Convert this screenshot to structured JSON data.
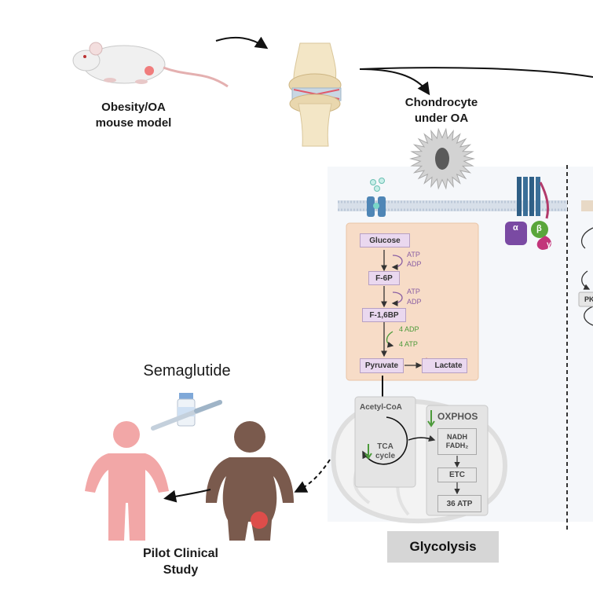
{
  "labels": {
    "mouse_line1": "Obesity/OA",
    "mouse_line2": "mouse model",
    "chondro_line1": "Chondrocyte",
    "chondro_line2": "under OA",
    "drug": "Semaglutide",
    "study_line1": "Pilot Clinical",
    "study_line2": "Study",
    "section": "Glycolysis"
  },
  "glycolysis": {
    "glucose": "Glucose",
    "f6p": "F-6P",
    "f16bp": "F-1,6BP",
    "pyruvate": "Pyruvate",
    "lactate": "Lactate",
    "atp1": "ATP",
    "adp1": "ADP",
    "atp2": "ATP",
    "adp2": "ADP",
    "adp4": "4 ADP",
    "atp4": "4 ATP"
  },
  "mito": {
    "acetyl": "Acetyl-CoA",
    "tca1": "TCA",
    "tca2": "cycle",
    "oxphos": "OXPHOS",
    "nadh": "NADH",
    "fadh": "FADH₂",
    "etc": "ETC",
    "atp36": "36 ATP"
  },
  "receptor": {
    "alpha": "α",
    "beta": "β",
    "gamma": "γ"
  },
  "right_partial": "PK",
  "colors": {
    "glyco_bg": "#f7dcc7",
    "box_purple": "#ead8ef",
    "purple_text": "#8a5fa3",
    "green_text": "#4c9a3a",
    "lactate_up": "#c0202a",
    "healthy_person": "#f2a7a7",
    "obese_person": "#7a5a4d",
    "membrane": "#bcc8d8",
    "transporter": "#4f86b6"
  }
}
